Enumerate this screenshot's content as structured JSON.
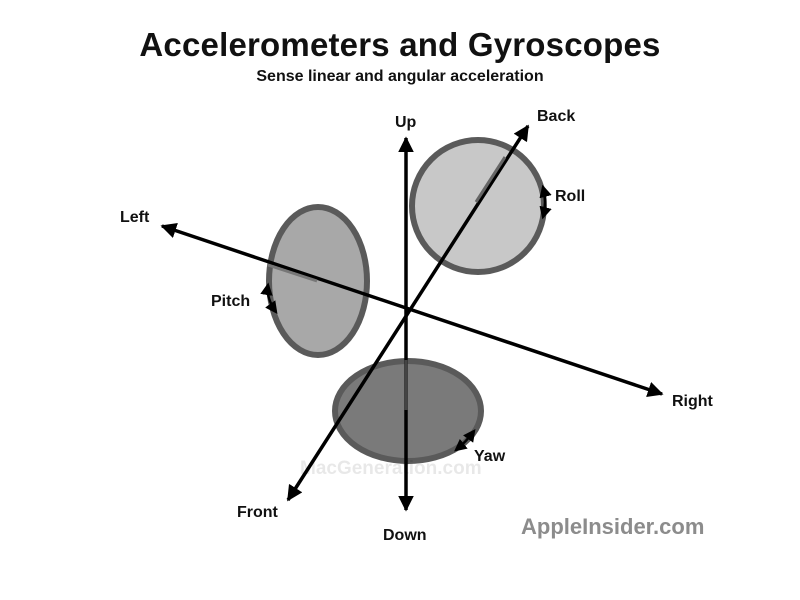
{
  "title": "Accelerometers and Gyroscopes",
  "subtitle": "Sense linear and angular acceleration",
  "axes": {
    "up": "Up",
    "down": "Down",
    "left": "Left",
    "right": "Right",
    "front": "Front",
    "back": "Back"
  },
  "rotations": {
    "roll": "Roll",
    "pitch": "Pitch",
    "yaw": "Yaw"
  },
  "brand": "AppleInsider.com",
  "watermark": "MacGeneration.com",
  "colors": {
    "axis": "#000000",
    "disc_border": "#5a5a5a",
    "roll_fill": "#c8c8c8",
    "pitch_fill": "#a8a8a8",
    "yaw_fill": "#7a7a7a",
    "brand": "#8c8c8c"
  }
}
